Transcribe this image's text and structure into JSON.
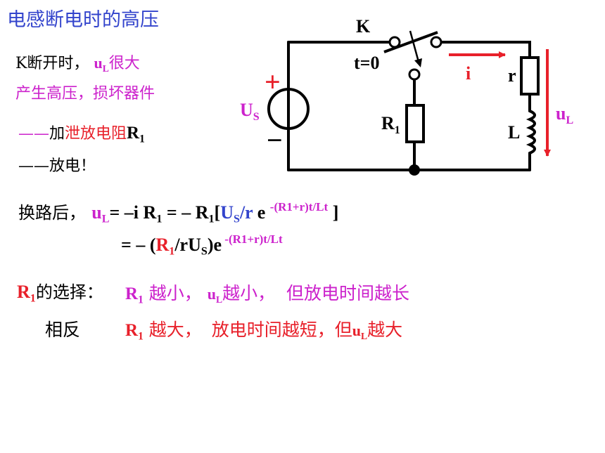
{
  "title": "电感断电时的高压",
  "notes": {
    "line1_prefix": "K断开时，",
    "line1_u": "u",
    "line1_sub": "L",
    "line1_suffix": "很大",
    "line2": "产生高压，损坏器件",
    "line3_dash": "——",
    "line3_add": "加",
    "line3_mid": "泄放电阻",
    "line3_r": "R",
    "line3_sub": "1",
    "line4": "——放电！"
  },
  "circuit": {
    "switch_label": "K",
    "time_label": "t=0",
    "current_label": "i",
    "r_label": "r",
    "l_label": "L",
    "r1_label": "R",
    "r1_sub": "1",
    "us_label": "U",
    "us_sub": "S",
    "plus": "+",
    "minus": "−",
    "ul_label": "u",
    "ul_sub": "L"
  },
  "eq1": {
    "prefix": "换路后，",
    "u": "u",
    "u_sub": "L",
    "eq": "= –i R",
    "r_sub": "1",
    "eq2": " = – R",
    "r2_sub": "1",
    "bracket_open": "[",
    "us": "U",
    "us_sub": "S",
    "slash_r": "/r",
    "e": " e ",
    "exponent": "-(R1+r)t/Lt",
    "bracket_close": " ]"
  },
  "eq2": {
    "start": "= – (",
    "r": "R",
    "r_sub": "1",
    "slash_r": "/r",
    "u": "U",
    "u_sub": "S",
    "close_e": ")e",
    "exponent": " -(R1+r)t/Lt"
  },
  "choice": {
    "r": "R",
    "r_sub": "1",
    "label": "的选择：",
    "opt1_r": "R",
    "opt1_sub": "1",
    "opt1_text": " 越小，",
    "opt1_u": "u",
    "opt1_u_sub": "L",
    "opt1_u_text": "越小，",
    "opt1_tail": "但放电时间越长",
    "opposite": "相反",
    "opt2_r": "R",
    "opt2_sub": "1",
    "opt2_text": " 越大，",
    "opt2_mid": "放电时间越短，但",
    "opt2_u": "u",
    "opt2_u_sub": "L",
    "opt2_tail": "越大"
  }
}
